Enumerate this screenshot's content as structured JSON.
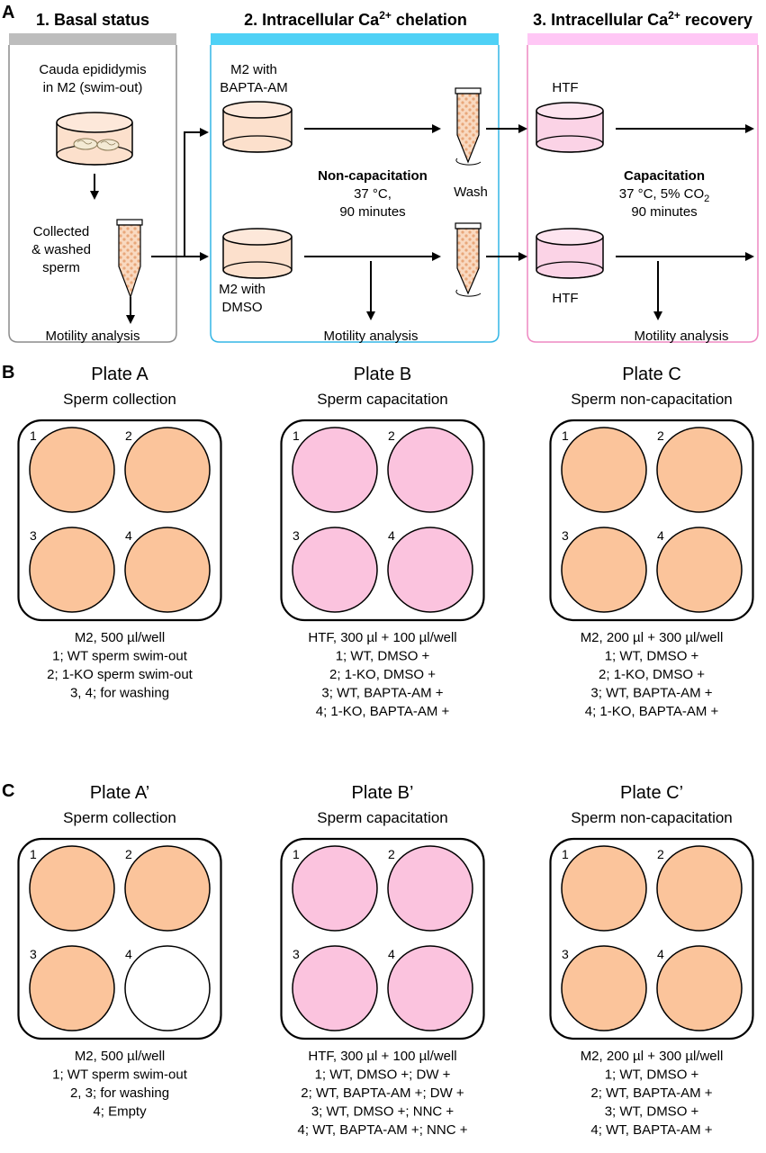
{
  "panel_a": {
    "letter": "A",
    "stages": [
      {
        "title": "1. Basal status",
        "color": "#bdbdbd"
      },
      {
        "title": "2. Intracellular Ca",
        "sup": "2+",
        "suffix": " chelation",
        "color": "#4fd1f6"
      },
      {
        "title": "3. Intracellular Ca",
        "sup": "2+",
        "suffix": " recovery",
        "color": "#ffc7f5"
      }
    ],
    "basal": {
      "label_lines": [
        "Cauda epididymis",
        "in M2 (swim-out)"
      ],
      "collected_lines": [
        "Collected",
        "& washed",
        "sperm"
      ],
      "motility": "Motility analysis"
    },
    "chelation": {
      "top_medium_lines": [
        "M2 with",
        "BAPTA-AM"
      ],
      "bottom_medium_lines": [
        "M2 with",
        "DMSO"
      ],
      "condition_title": "Non-capacitation",
      "condition_lines": [
        "37 °C,",
        "90 minutes"
      ],
      "wash": "Wash",
      "motility": "Motility analysis"
    },
    "recovery": {
      "top_medium": "HTF",
      "bottom_medium": "HTF",
      "condition_title": "Capacitation",
      "condition_line1_pre": "37 °C, 5% CO",
      "condition_line1_sub": "2",
      "condition_line2": "90 minutes",
      "motility": "Motility analysis"
    }
  },
  "colors": {
    "m2_orange": "#fbc49b",
    "htf_pink": "#fbc3de",
    "empty_white": "#ffffff",
    "chelation_border": "#33b5e5",
    "recovery_border": "#ee88c2",
    "basal_border": "#8c8c8c"
  },
  "panel_b": {
    "letter": "B",
    "plates": [
      {
        "title": "Plate A",
        "subtitle": "Sperm collection",
        "wells": [
          {
            "n": "1",
            "fill": "orange"
          },
          {
            "n": "2",
            "fill": "orange"
          },
          {
            "n": "3",
            "fill": "orange"
          },
          {
            "n": "4",
            "fill": "orange"
          }
        ],
        "desc": [
          "M2, 500 µl/well",
          "1; WT sperm swim-out",
          "2; 1-KO sperm swim-out",
          "3, 4; for washing"
        ]
      },
      {
        "title": "Plate B",
        "subtitle": "Sperm capacitation",
        "wells": [
          {
            "n": "1",
            "fill": "pink"
          },
          {
            "n": "2",
            "fill": "pink"
          },
          {
            "n": "3",
            "fill": "pink"
          },
          {
            "n": "4",
            "fill": "pink"
          }
        ],
        "desc": [
          "HTF, 300 µl + 100 µl/well",
          "1; WT, DMSO +",
          "2; 1-KO, DMSO +",
          "3; WT, BAPTA-AM +",
          "4; 1-KO, BAPTA-AM +"
        ]
      },
      {
        "title": "Plate C",
        "subtitle": "Sperm non-capacitation",
        "wells": [
          {
            "n": "1",
            "fill": "orange"
          },
          {
            "n": "2",
            "fill": "orange"
          },
          {
            "n": "3",
            "fill": "orange"
          },
          {
            "n": "4",
            "fill": "orange"
          }
        ],
        "desc": [
          "M2, 200 µl + 300 µl/well",
          "1; WT, DMSO +",
          "2; 1-KO, DMSO +",
          "3; WT, BAPTA-AM +",
          "4; 1-KO, BAPTA-AM +"
        ]
      }
    ]
  },
  "panel_c": {
    "letter": "C",
    "plates": [
      {
        "title": "Plate A’",
        "subtitle": "Sperm collection",
        "wells": [
          {
            "n": "1",
            "fill": "orange"
          },
          {
            "n": "2",
            "fill": "orange"
          },
          {
            "n": "3",
            "fill": "orange"
          },
          {
            "n": "4",
            "fill": "white"
          }
        ],
        "desc": [
          "M2, 500 µl/well",
          "1; WT sperm swim-out",
          "2, 3; for washing",
          "4; Empty"
        ]
      },
      {
        "title": "Plate B’",
        "subtitle": "Sperm capacitation",
        "wells": [
          {
            "n": "1",
            "fill": "pink"
          },
          {
            "n": "2",
            "fill": "pink"
          },
          {
            "n": "3",
            "fill": "pink"
          },
          {
            "n": "4",
            "fill": "pink"
          }
        ],
        "desc": [
          "HTF, 300 µl + 100 µl/well",
          "1; WT, DMSO +; DW +",
          "2; WT, BAPTA-AM +; DW +",
          "3; WT, DMSO +; NNC +",
          "4; WT, BAPTA-AM +; NNC +"
        ]
      },
      {
        "title": "Plate C’",
        "subtitle": "Sperm non-capacitation",
        "wells": [
          {
            "n": "1",
            "fill": "orange"
          },
          {
            "n": "2",
            "fill": "orange"
          },
          {
            "n": "3",
            "fill": "orange"
          },
          {
            "n": "4",
            "fill": "orange"
          }
        ],
        "desc": [
          "M2, 200 µl + 300 µl/well",
          "1; WT, DMSO +",
          "2; WT, BAPTA-AM +",
          "3; WT, DMSO +",
          "4; WT, BAPTA-AM +"
        ]
      }
    ]
  }
}
